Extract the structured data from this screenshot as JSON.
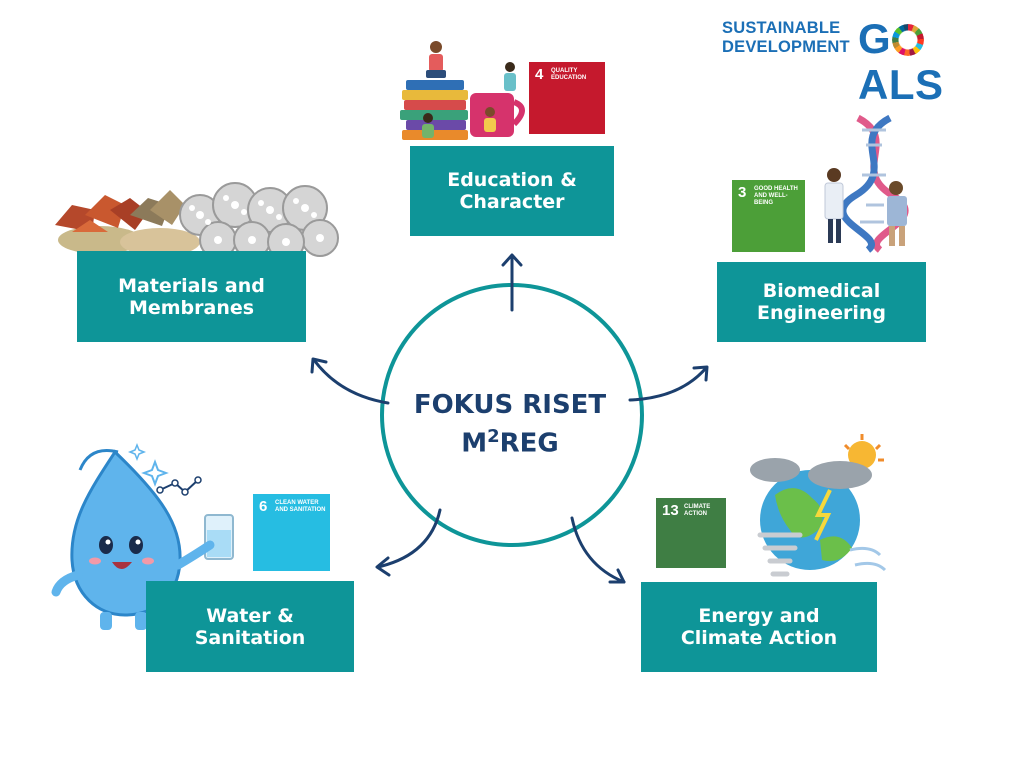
{
  "sdg_logo": {
    "line1": "SUSTAINABLE",
    "line2": "DEVELOPMENT",
    "word_before": "G",
    "word_after": "ALS"
  },
  "center": {
    "line1": "FOKUS RISET",
    "line2_base": "M",
    "line2_sup": "2",
    "line2_rest": "REG"
  },
  "nodes": {
    "education": {
      "line1": "Education &",
      "line2": "Character"
    },
    "materials": {
      "line1": "Materials and",
      "line2": "Membranes"
    },
    "biomedical": {
      "line1": "Biomedical",
      "line2": "Engineering"
    },
    "water": {
      "line1": "Water &",
      "line2": "Sanitation"
    },
    "energy": {
      "line1": "Energy and",
      "line2": "Climate Action"
    }
  },
  "sdg_tiles": {
    "quality_education": {
      "number": "4",
      "label": "QUALITY EDUCATION",
      "color": "#c5192d"
    },
    "good_health": {
      "number": "3",
      "label": "GOOD HEALTH AND WELL-BEING",
      "color": "#4c9f38"
    },
    "clean_water": {
      "number": "6",
      "label": "CLEAN WATER AND SANITATION",
      "color": "#26bde2"
    },
    "climate_action": {
      "number": "13",
      "label": "CLIMATE ACTION",
      "color": "#3f7e44"
    }
  },
  "colors": {
    "teal_box": "#0e9598",
    "center_ring": "#0e9598",
    "arrow": "#1c3f6e",
    "title_text": "#1c3f6e",
    "logo_blue": "#1b6fb6"
  }
}
